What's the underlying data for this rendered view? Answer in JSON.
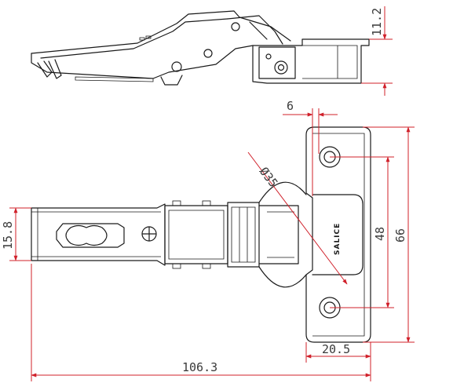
{
  "dimensions": {
    "side_offset": "11.2",
    "hole_offset": "6",
    "cup_diameter": "Ø35",
    "arm_width": "15.8",
    "hole_spacing": "48",
    "plate_height": "66",
    "plate_width": "20.5",
    "overall_length": "106.3"
  },
  "brand": "SALICE",
  "colors": {
    "outline": "#1a1a1a",
    "dimension": "#d0202a"
  }
}
